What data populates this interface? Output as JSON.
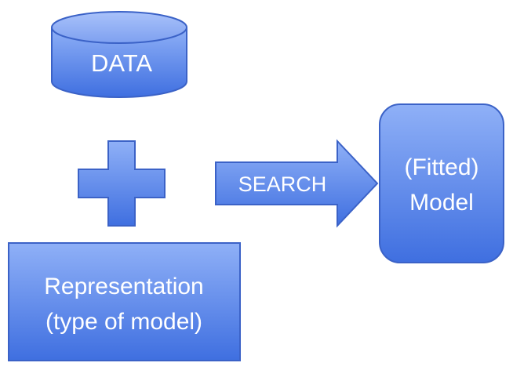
{
  "diagram": {
    "nodes": {
      "data": {
        "label": "DATA",
        "shape": "cylinder"
      },
      "representation": {
        "label_line1": "Representation",
        "label_line2": "(type of model)",
        "shape": "rectangle"
      },
      "model": {
        "label_line1": "(Fitted)",
        "label_line2": "Model",
        "shape": "rounded-rectangle"
      }
    },
    "connectors": {
      "plus": {
        "icon": "plus-icon"
      },
      "search_arrow": {
        "label": "SEARCH",
        "icon": "right-arrow"
      }
    }
  },
  "colors": {
    "fill_light": "#8fb0f7",
    "fill_dark": "#3f6fe0",
    "stroke": "#3b62c7",
    "text": "#ffffff",
    "background": "#ffffff"
  }
}
